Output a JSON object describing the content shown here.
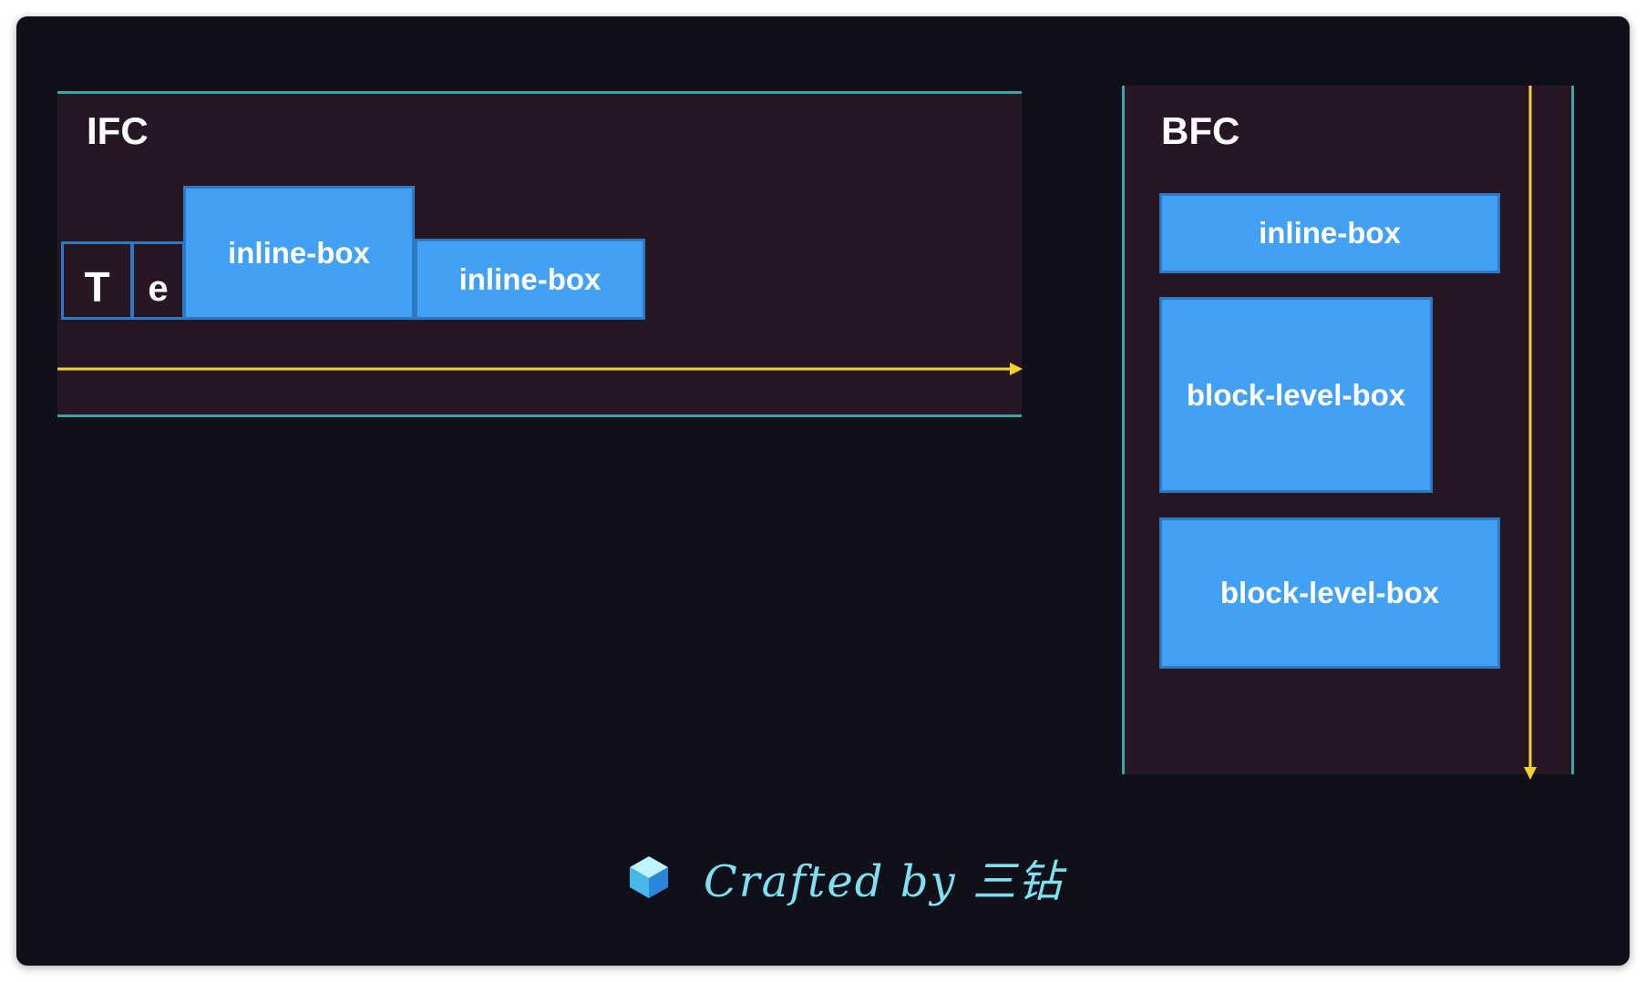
{
  "ifc": {
    "title": "IFC",
    "chars": [
      "T",
      "e"
    ],
    "boxes": [
      "inline-box",
      "inline-box"
    ]
  },
  "bfc": {
    "title": "BFC",
    "boxes": [
      "inline-box",
      "block-level-box",
      "block-level-box"
    ]
  },
  "credit": {
    "text": "Crafted by 三钻",
    "icon": "cube-logo-icon"
  },
  "colors": {
    "background": "#10101a",
    "panel": "#271624",
    "panel_border": "#3aa6a8",
    "box_fill": "#42a1f5",
    "box_border": "#2d79c4",
    "flow_arrow": "#f2d22e",
    "credit_text": "#7ee0f0"
  }
}
